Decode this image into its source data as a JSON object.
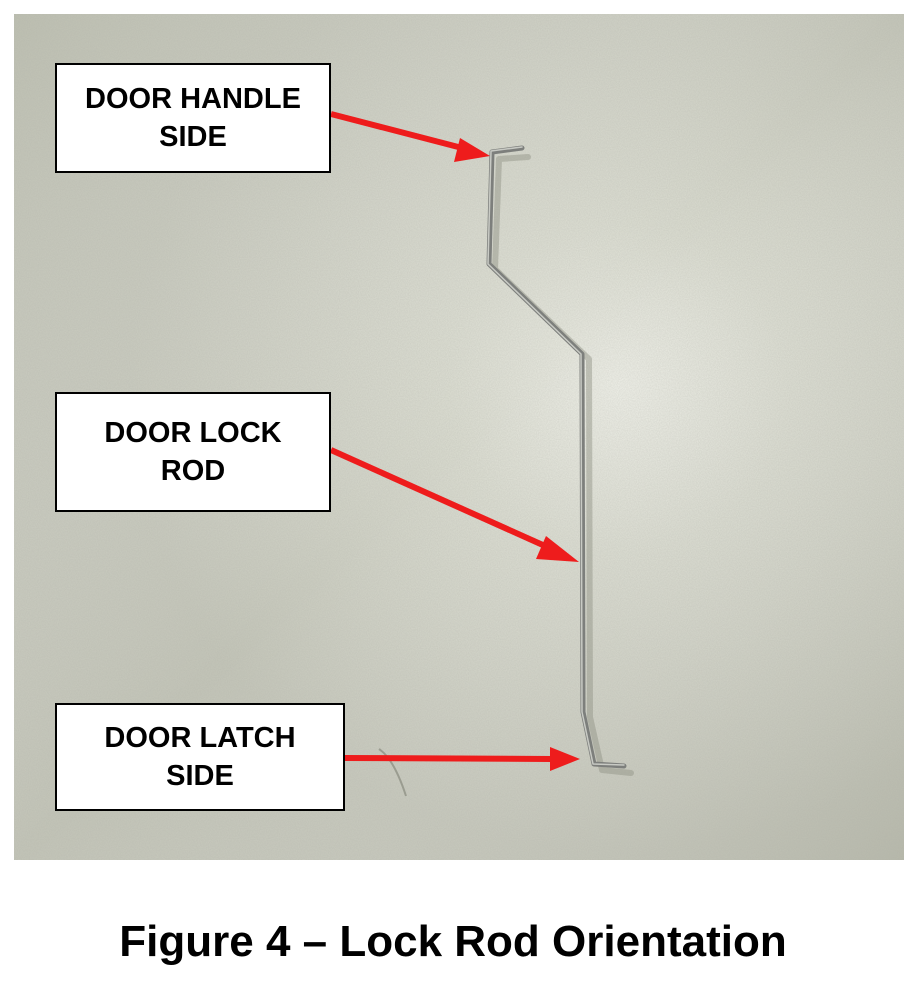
{
  "labels": {
    "handle": {
      "line1": "DOOR HANDLE",
      "line2": "SIDE"
    },
    "rod": {
      "line1": "DOOR LOCK",
      "line2": "ROD"
    },
    "latch": {
      "line1": "DOOR LATCH",
      "line2": "SIDE"
    }
  },
  "caption": "Figure 4 – Lock Rod Orientation",
  "colors": {
    "arrow": "#ee1c1c",
    "background": "#c9cbbf",
    "rod": "#7d7f7c"
  }
}
